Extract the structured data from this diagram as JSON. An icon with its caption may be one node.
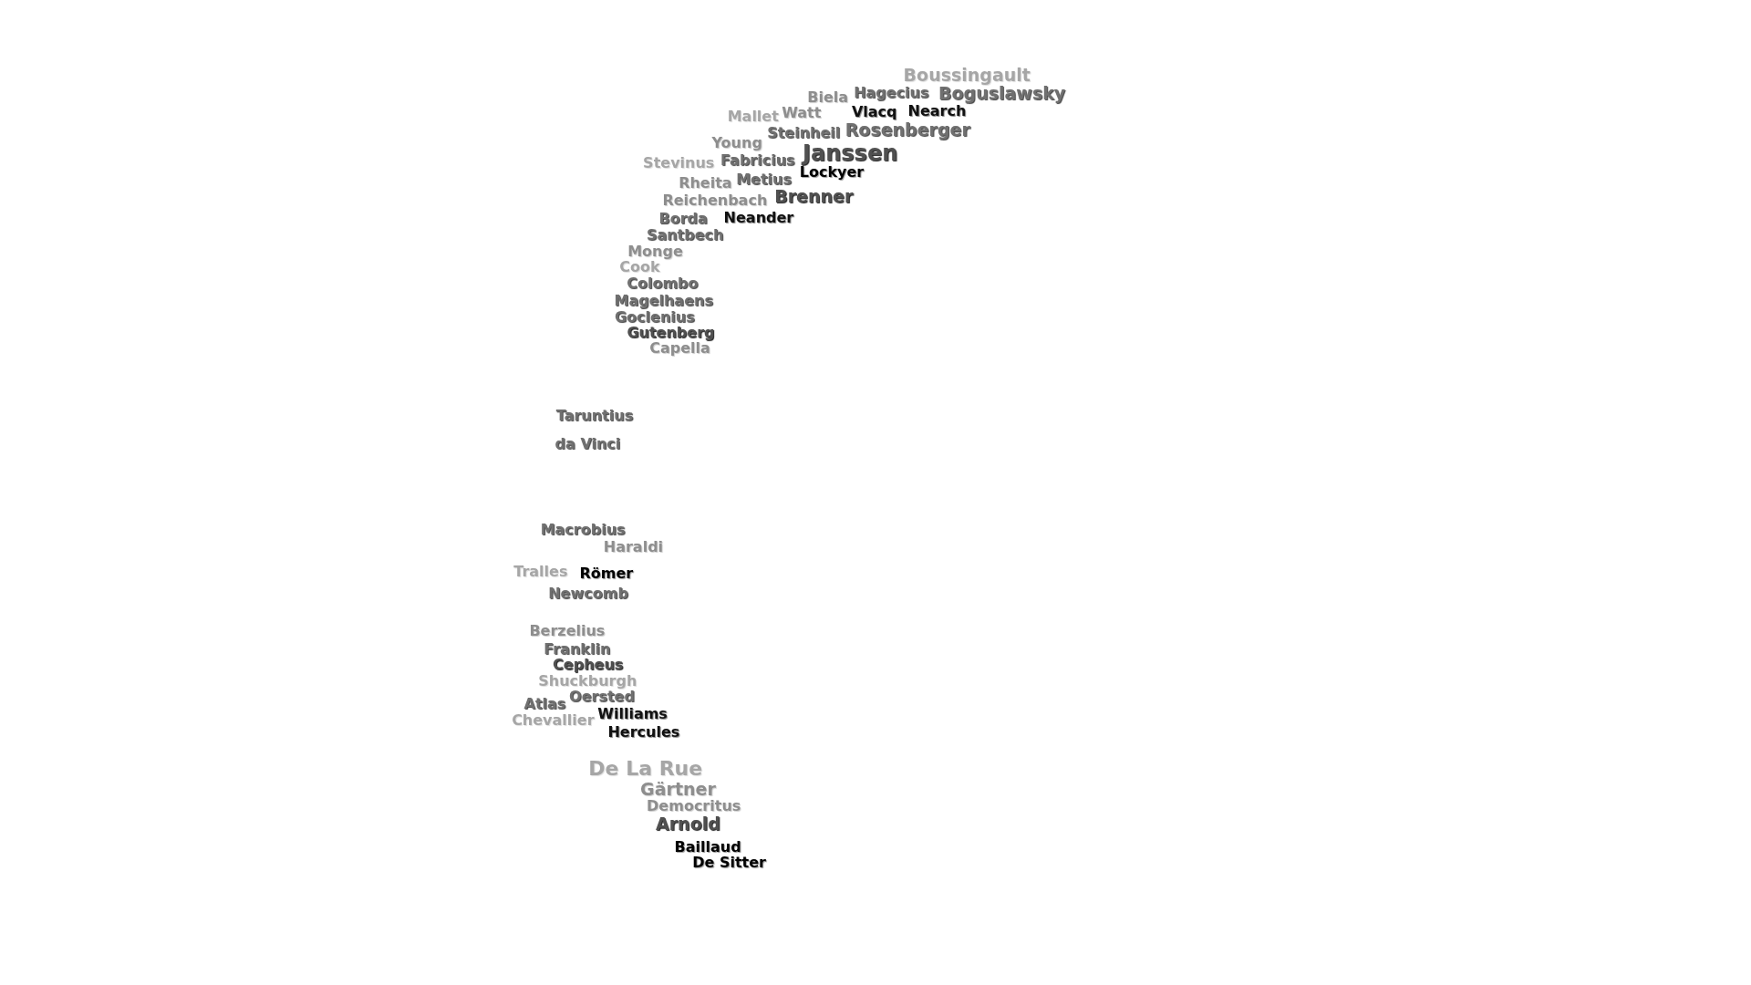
{
  "diagram": {
    "labels": [
      "Boussingault",
      "Boguslawsky",
      "Hagecius",
      "Biela",
      "Nearch",
      "Rosenberger",
      "Vlacq",
      "Watt",
      "Steinheil",
      "Mallet",
      "Janssen",
      "Lockyer",
      "Young",
      "Fabricius",
      "Metius",
      "Rheita",
      "Brenner",
      "Stevinus",
      "Reichenbach",
      "Neander",
      "Borda",
      "Monge",
      "Santbech",
      "Cook",
      "Colombo",
      "Magelhaens",
      "Goclenius",
      "Gutenberg",
      "Capella",
      "Taruntius",
      "da Vinci",
      "Macrobius",
      "Haraldi",
      "Tralles",
      "Römer",
      "Newcomb",
      "Berzelius",
      "Franklin",
      "Cepheus",
      "Shuckburgh",
      "Oersted",
      "Williams",
      "Chevallier",
      "Atlas",
      "Hercules",
      "De La Rue",
      "Gärtner",
      "Democritus",
      "Arnold",
      "Baillaud",
      "De Sitter"
    ]
  }
}
